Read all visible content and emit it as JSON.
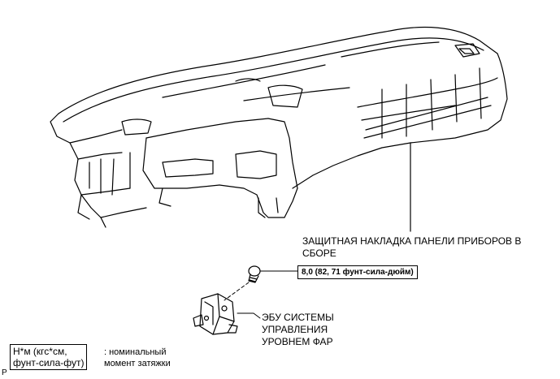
{
  "labels": {
    "panel_line1": "ЗАЩИТНАЯ НАКЛАДКА ПАНЕЛИ ПРИБОРОВ В",
    "panel_line2": "СБОРЕ",
    "torque": "8,0 (82, 71 фунт-сила-дюйм)",
    "ecu_line1": "ЭБУ СИСТЕМЫ",
    "ecu_line2": "УПРАВЛЕНИЯ",
    "ecu_line3": "УРОВНЕМ ФАР"
  },
  "legend": {
    "unit_line1": "Н*м (кгс*см,",
    "unit_line2": "фунт-сила-фут)",
    "desc_line1": ": номинальный",
    "desc_line2": "момент затяжки"
  },
  "figure_code": "P"
}
